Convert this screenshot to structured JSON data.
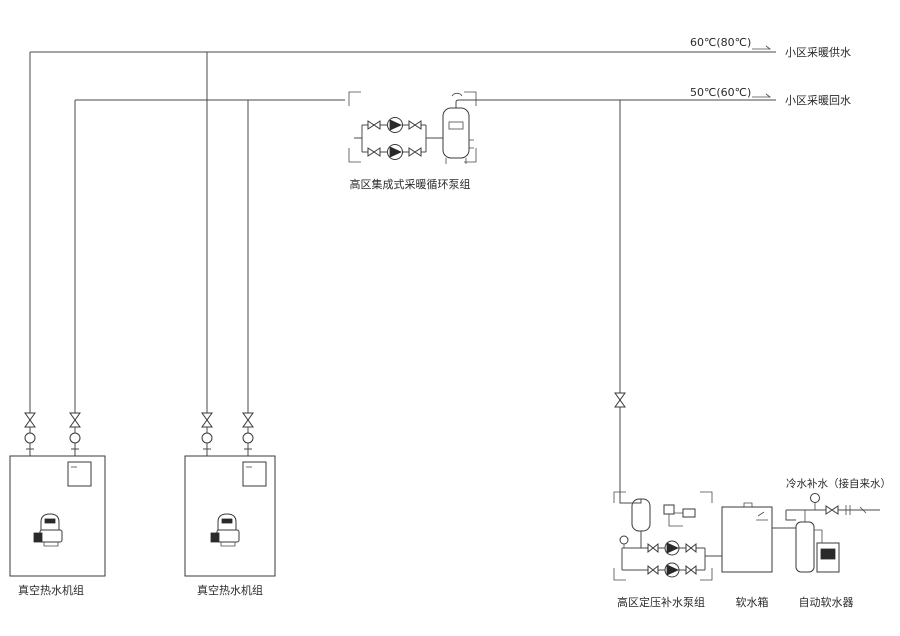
{
  "supply": {
    "temperature": "60℃(80℃)",
    "label": "小区采暖供水"
  },
  "return": {
    "temperature": "50℃(60℃)",
    "label": "小区采暖回水"
  },
  "circulation_pump_group": {
    "label": "高区集成式采暖循环泵组"
  },
  "boilers": [
    {
      "label": "真空热水机组"
    },
    {
      "label": "真空热水机组"
    }
  ],
  "makeup_pump_group": {
    "label": "高区定压补水泵组"
  },
  "soft_water_tank": {
    "label": "软水箱"
  },
  "water_softener": {
    "label": "自动软水器"
  },
  "cold_water_makeup": {
    "label": "冷水补水（接自来水）"
  }
}
